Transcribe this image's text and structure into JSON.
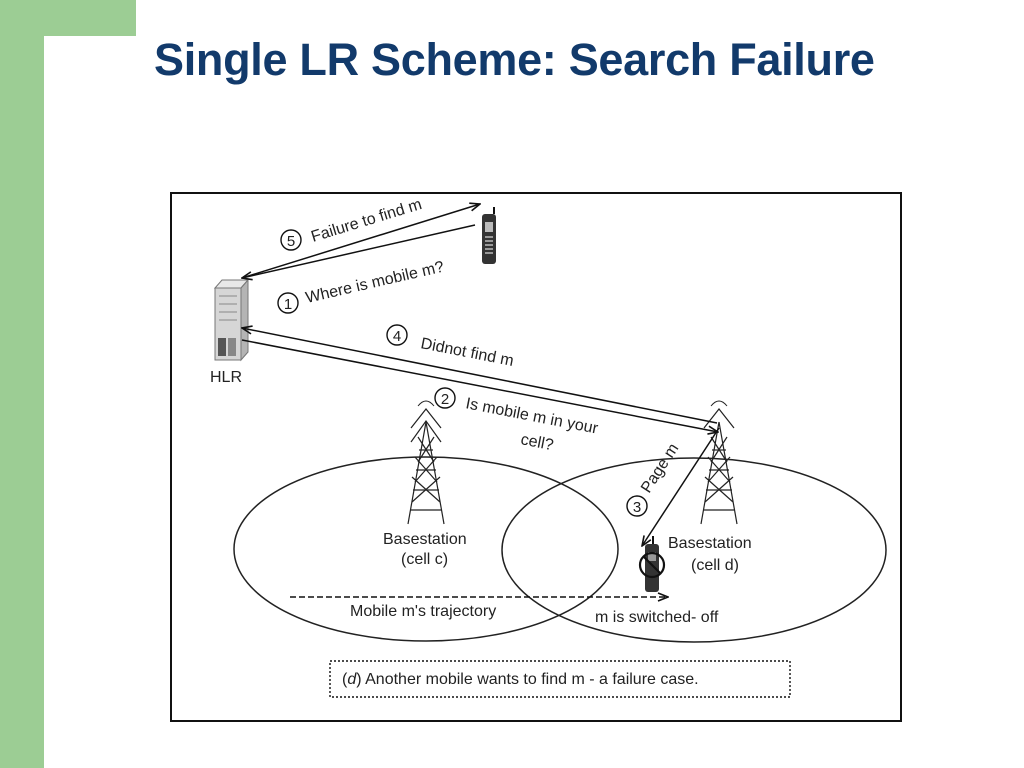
{
  "slide": {
    "title": "Single LR Scheme: Search Failure"
  },
  "diagram": {
    "hlr_label": "HLR",
    "step_numbers": [
      "1",
      "2",
      "3",
      "4",
      "5"
    ],
    "messages": {
      "step1": "Where is mobile m?",
      "step2_line1": "Is mobile m in your",
      "step2_line2": "cell?",
      "step3": "Page m",
      "step4": "Didnot find m",
      "step5": "Failure to find m"
    },
    "cell_c": {
      "name": "Basestation",
      "cell": "(cell c)"
    },
    "cell_d": {
      "name": "Basestation",
      "cell": "(cell d)"
    },
    "trajectory_label": "Mobile m's trajectory",
    "switched_off_label": "m is switched- off",
    "caption_letter": "d",
    "caption_text": "Another mobile wants to find m - a failure case."
  }
}
